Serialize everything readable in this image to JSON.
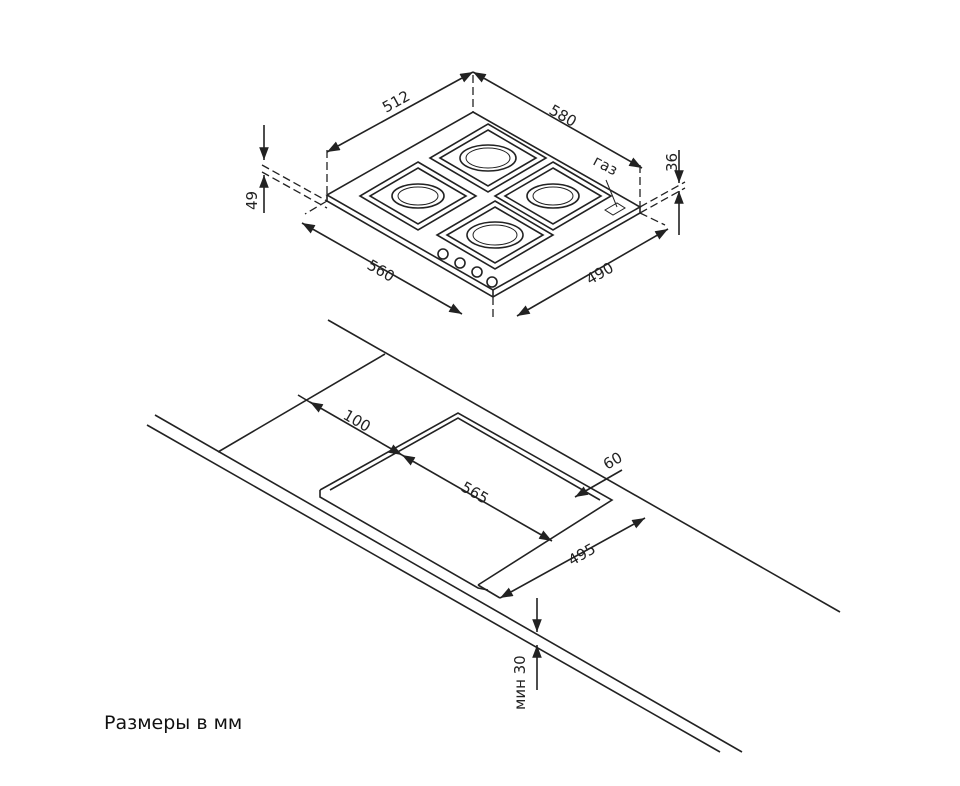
{
  "hob_dimensions": {
    "depth_top": "512",
    "width_top": "580",
    "width_bottom": "560",
    "depth_bottom": "490",
    "height_left": "49",
    "height_right": "36",
    "gas_label": "газ"
  },
  "cutout_dimensions": {
    "back_offset": "100",
    "cut_width": "565",
    "cut_depth": "495",
    "front_offset": "60",
    "min_thickness": "мин 30"
  },
  "caption": "Размеры в мм"
}
